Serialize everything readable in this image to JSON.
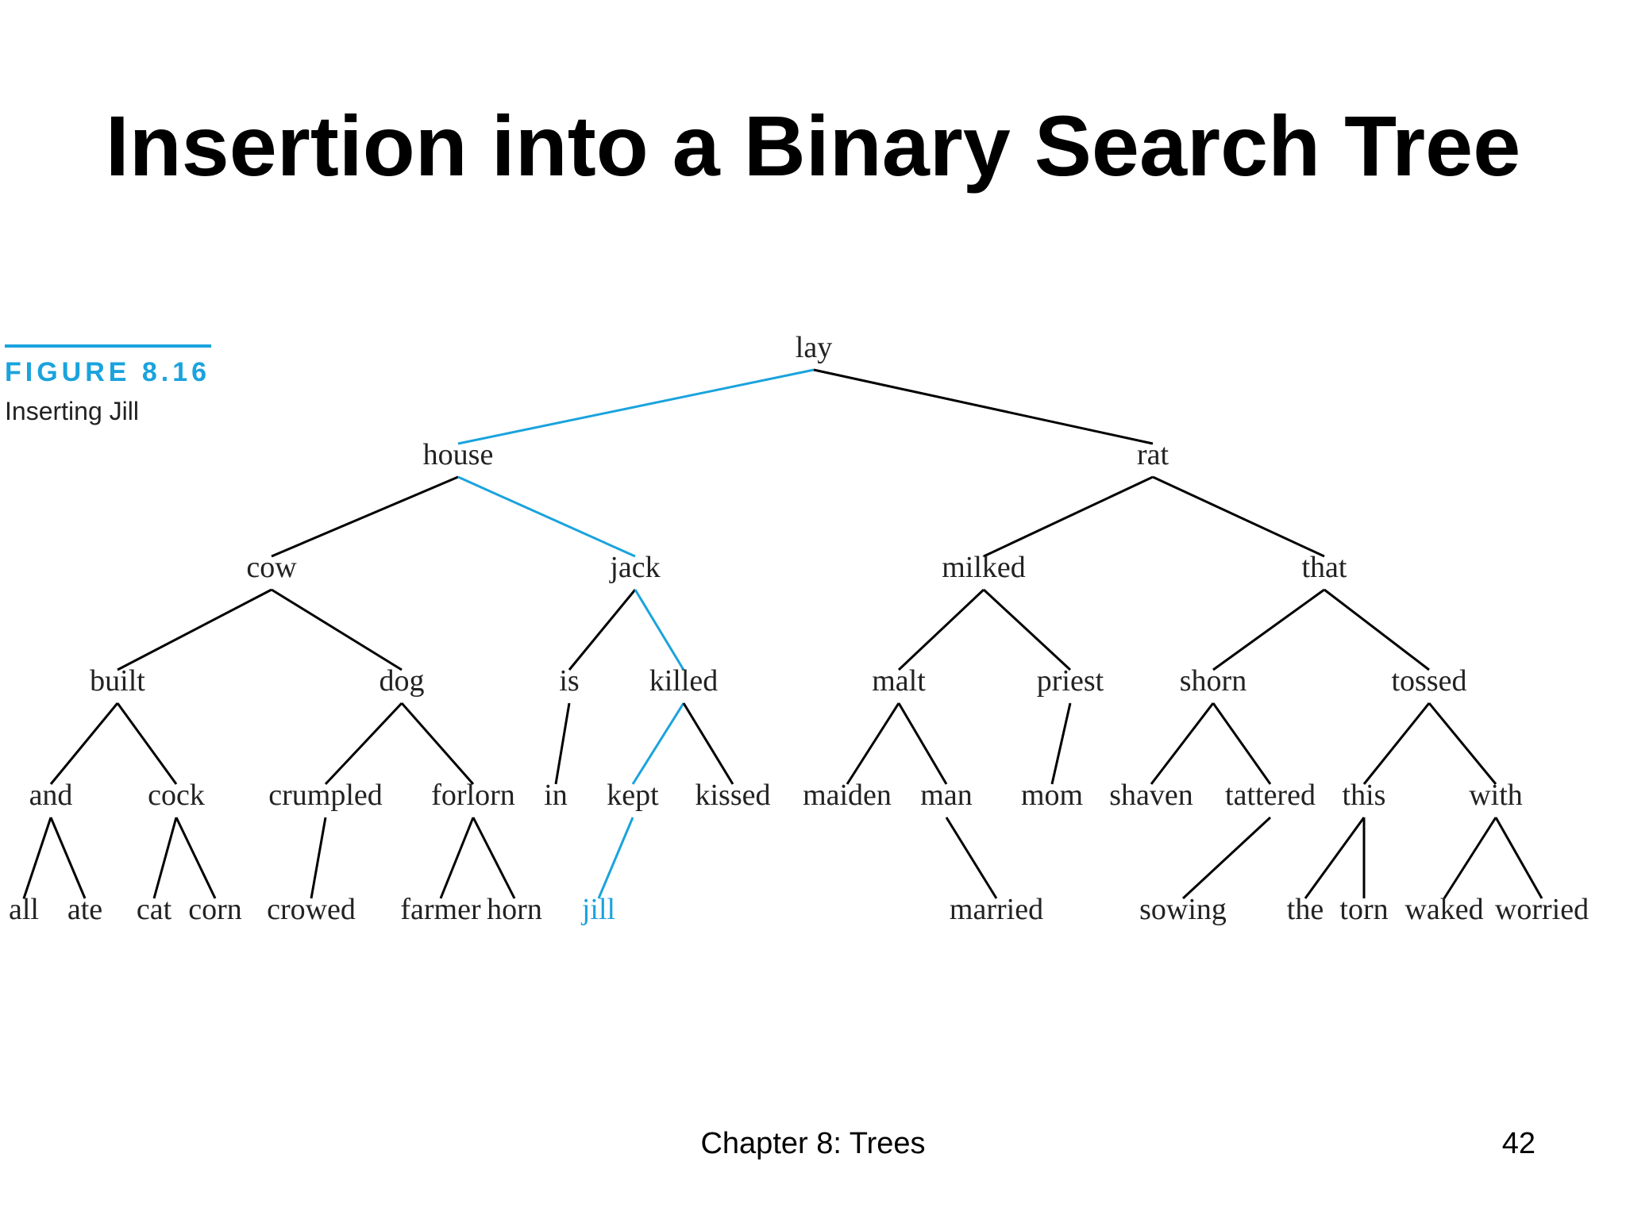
{
  "slide": {
    "title": "Insertion into a Binary Search Tree",
    "footer": "Chapter 8: Trees",
    "page_number": "42"
  },
  "figure": {
    "label": "FIGURE 8.16",
    "caption": "Inserting Jill"
  },
  "colors": {
    "highlight": "#1aa3dd",
    "edge": "#000000",
    "text": "#222222"
  },
  "tree": {
    "nodes": [
      {
        "id": "lay",
        "label": "lay"
      },
      {
        "id": "house",
        "label": "house"
      },
      {
        "id": "rat",
        "label": "rat"
      },
      {
        "id": "cow",
        "label": "cow"
      },
      {
        "id": "jack",
        "label": "jack"
      },
      {
        "id": "milked",
        "label": "milked"
      },
      {
        "id": "that",
        "label": "that"
      },
      {
        "id": "built",
        "label": "built"
      },
      {
        "id": "dog",
        "label": "dog"
      },
      {
        "id": "is",
        "label": "is"
      },
      {
        "id": "killed",
        "label": "killed"
      },
      {
        "id": "malt",
        "label": "malt"
      },
      {
        "id": "priest",
        "label": "priest"
      },
      {
        "id": "shorn",
        "label": "shorn"
      },
      {
        "id": "tossed",
        "label": "tossed"
      },
      {
        "id": "and",
        "label": "and"
      },
      {
        "id": "cock",
        "label": "cock"
      },
      {
        "id": "crumpled",
        "label": "crumpled"
      },
      {
        "id": "forlorn",
        "label": "forlorn"
      },
      {
        "id": "in",
        "label": "in"
      },
      {
        "id": "kept",
        "label": "kept"
      },
      {
        "id": "kissed",
        "label": "kissed"
      },
      {
        "id": "maiden",
        "label": "maiden"
      },
      {
        "id": "man",
        "label": "man"
      },
      {
        "id": "mom",
        "label": "mom"
      },
      {
        "id": "shaven",
        "label": "shaven"
      },
      {
        "id": "tattered",
        "label": "tattered"
      },
      {
        "id": "this",
        "label": "this"
      },
      {
        "id": "with",
        "label": "with"
      },
      {
        "id": "all",
        "label": "all"
      },
      {
        "id": "ate",
        "label": "ate"
      },
      {
        "id": "cat",
        "label": "cat"
      },
      {
        "id": "corn",
        "label": "corn"
      },
      {
        "id": "crowed",
        "label": "crowed"
      },
      {
        "id": "farmer",
        "label": "farmer"
      },
      {
        "id": "horn",
        "label": "horn"
      },
      {
        "id": "jill",
        "label": "jill",
        "highlight": true
      },
      {
        "id": "married",
        "label": "married"
      },
      {
        "id": "sowing",
        "label": "sowing"
      },
      {
        "id": "the",
        "label": "the"
      },
      {
        "id": "torn",
        "label": "torn"
      },
      {
        "id": "waked",
        "label": "waked"
      },
      {
        "id": "worried",
        "label": "worried"
      }
    ],
    "edges": [
      {
        "from": "lay",
        "to": "house",
        "highlight": true
      },
      {
        "from": "lay",
        "to": "rat"
      },
      {
        "from": "house",
        "to": "cow"
      },
      {
        "from": "house",
        "to": "jack",
        "highlight": true
      },
      {
        "from": "rat",
        "to": "milked"
      },
      {
        "from": "rat",
        "to": "that"
      },
      {
        "from": "cow",
        "to": "built"
      },
      {
        "from": "cow",
        "to": "dog"
      },
      {
        "from": "jack",
        "to": "is"
      },
      {
        "from": "jack",
        "to": "killed",
        "highlight": true
      },
      {
        "from": "milked",
        "to": "malt"
      },
      {
        "from": "milked",
        "to": "priest"
      },
      {
        "from": "that",
        "to": "shorn"
      },
      {
        "from": "that",
        "to": "tossed"
      },
      {
        "from": "built",
        "to": "and"
      },
      {
        "from": "built",
        "to": "cock"
      },
      {
        "from": "dog",
        "to": "crumpled"
      },
      {
        "from": "dog",
        "to": "forlorn"
      },
      {
        "from": "is",
        "to": "in"
      },
      {
        "from": "killed",
        "to": "kept",
        "highlight": true
      },
      {
        "from": "killed",
        "to": "kissed"
      },
      {
        "from": "malt",
        "to": "maiden"
      },
      {
        "from": "malt",
        "to": "man"
      },
      {
        "from": "priest",
        "to": "mom"
      },
      {
        "from": "shorn",
        "to": "shaven"
      },
      {
        "from": "shorn",
        "to": "tattered"
      },
      {
        "from": "tossed",
        "to": "this"
      },
      {
        "from": "tossed",
        "to": "with"
      },
      {
        "from": "and",
        "to": "all"
      },
      {
        "from": "and",
        "to": "ate"
      },
      {
        "from": "cock",
        "to": "cat"
      },
      {
        "from": "cock",
        "to": "corn"
      },
      {
        "from": "crumpled",
        "to": "crowed"
      },
      {
        "from": "forlorn",
        "to": "farmer"
      },
      {
        "from": "forlorn",
        "to": "horn"
      },
      {
        "from": "kept",
        "to": "jill",
        "highlight": true
      },
      {
        "from": "man",
        "to": "married"
      },
      {
        "from": "tattered",
        "to": "sowing"
      },
      {
        "from": "this",
        "to": "the"
      },
      {
        "from": "this",
        "to": "torn"
      },
      {
        "from": "with",
        "to": "waked"
      },
      {
        "from": "with",
        "to": "worried"
      }
    ]
  }
}
